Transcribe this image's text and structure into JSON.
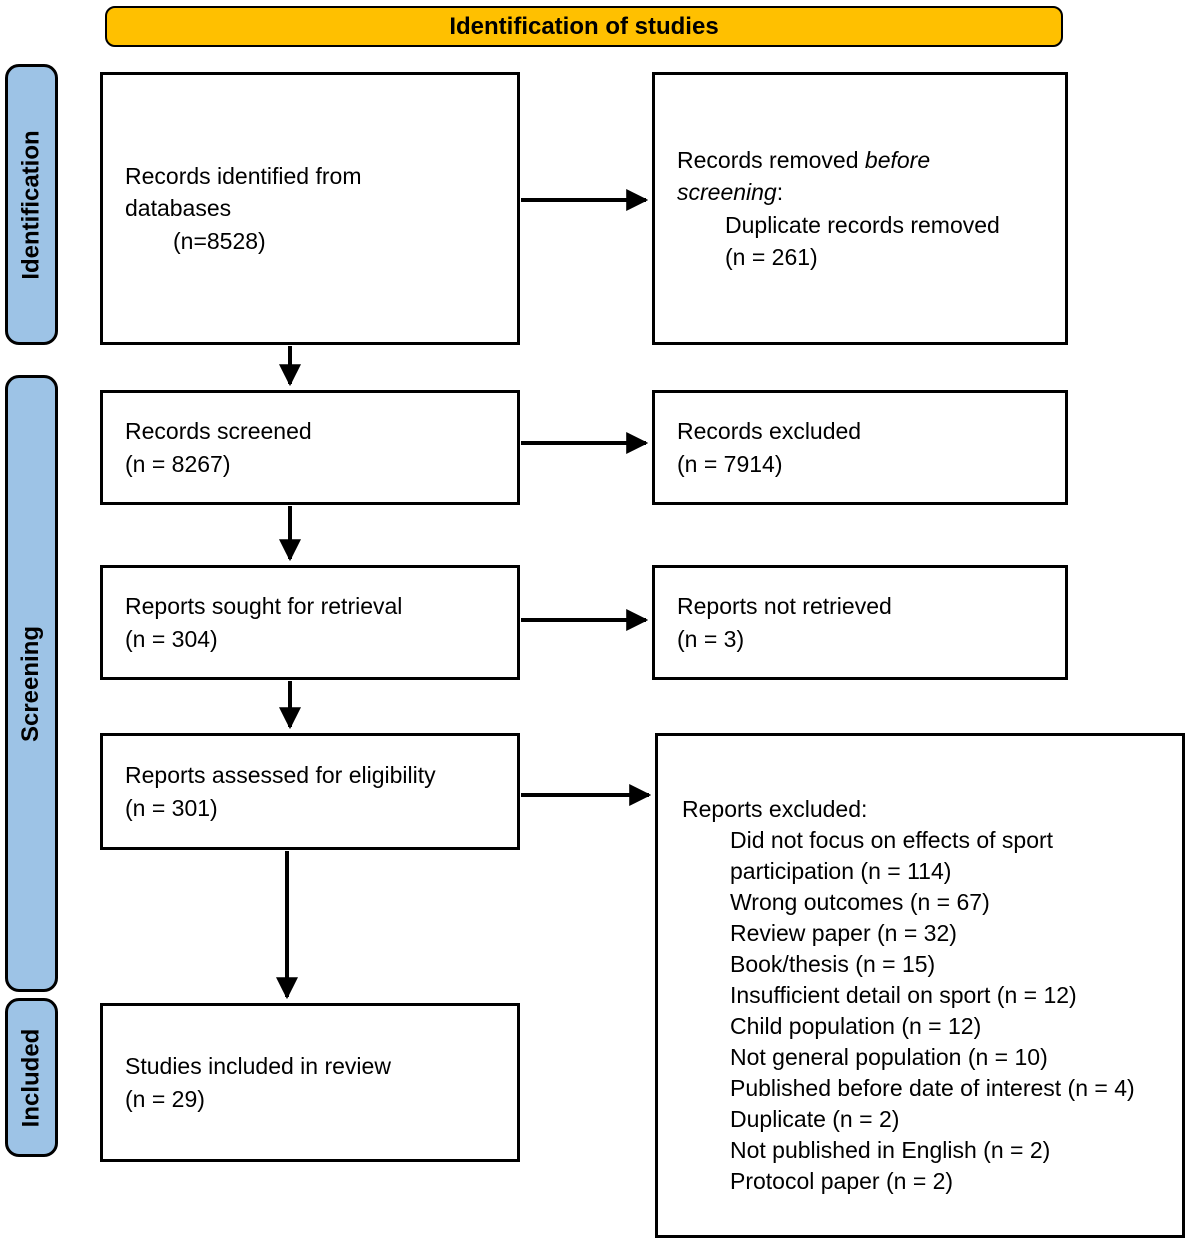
{
  "title": "Identification of studies",
  "colors": {
    "banner_fill": "#FFC000",
    "stage_fill": "#9DC3E6",
    "box_fill": "#FFFFFF",
    "line": "#000000"
  },
  "stages": {
    "identification": "Identification",
    "screening": "Screening",
    "included": "Included"
  },
  "boxes": {
    "records_identified": {
      "line1": "Records identified from",
      "line2": "databases",
      "count": "(n=8528)"
    },
    "records_removed": {
      "lead": "Records removed",
      "italic1": "before",
      "italic2": "screening",
      "colon": ":",
      "detail": "Duplicate records removed",
      "count": "(n = 261)"
    },
    "records_screened": {
      "label": "Records screened",
      "count": "(n = 8267)"
    },
    "records_excluded": {
      "label": "Records excluded",
      "count": "(n = 7914)"
    },
    "reports_sought": {
      "label": "Reports sought for retrieval",
      "count": "(n = 304)"
    },
    "reports_not_retrieved": {
      "label": "Reports not retrieved",
      "count": "(n = 3)"
    },
    "reports_assessed": {
      "label": "Reports assessed for eligibility",
      "count": "(n = 301)"
    },
    "reports_excluded": {
      "heading": "Reports excluded:",
      "reasons": [
        "Did not focus on effects of sport participation (n = 114)",
        "Wrong outcomes (n = 67)",
        "Review paper (n = 32)",
        "Book/thesis (n = 15)",
        "Insufficient detail on sport (n = 12)",
        "Child population (n = 12)",
        "Not general population (n = 10)",
        "Published before date of interest (n = 4)",
        "Duplicate (n = 2)",
        "Not published in English (n = 2)",
        "Protocol paper (n = 2)"
      ]
    },
    "studies_included": {
      "label": "Studies included in review",
      "count": "(n = 29)"
    }
  }
}
